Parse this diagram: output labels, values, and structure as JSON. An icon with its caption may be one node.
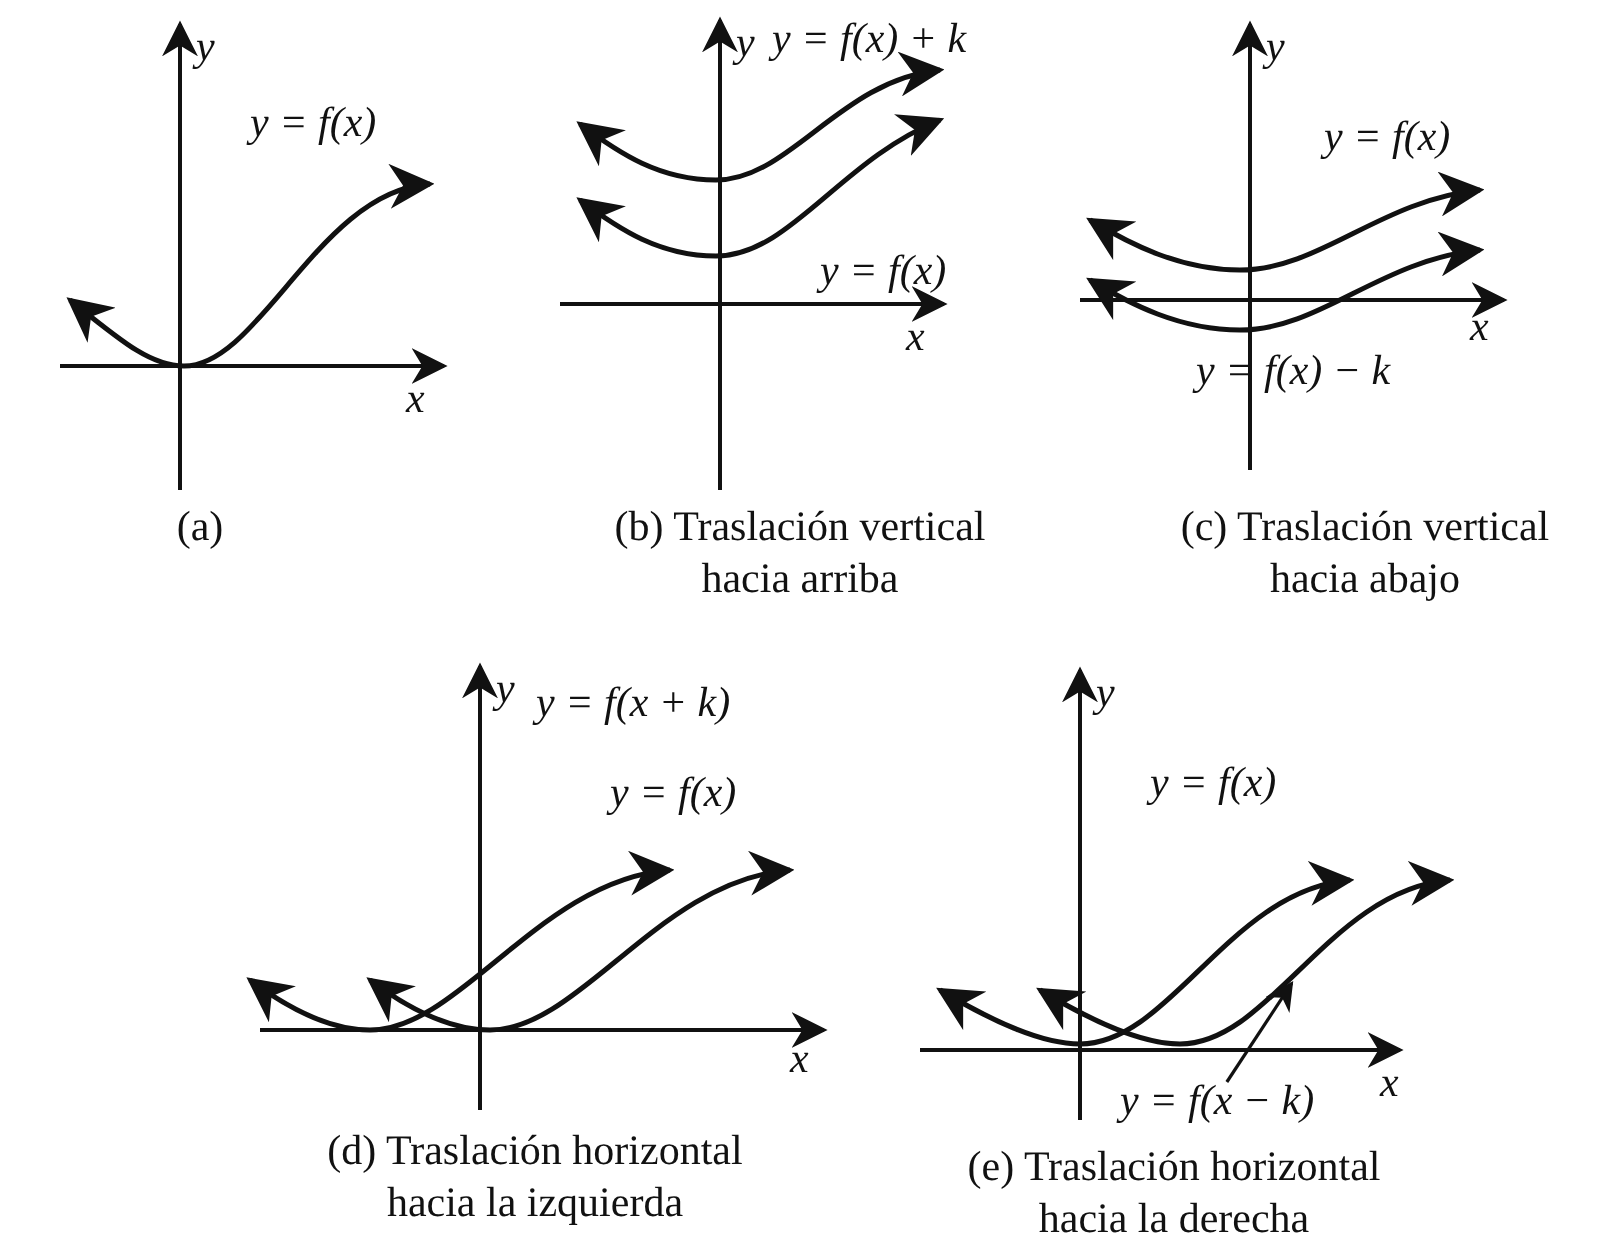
{
  "diagram": {
    "nodes": [
      {
        "text": [
          "y = f(x − k)"
        ]
      },
      {
        "text": [],
        "shape": "curve"
      }
    ],
    "edges": [
      {
        "from": 0,
        "to": 1,
        "arrow": "to"
      }
    ],
    "labels": [
      "y",
      "y = f(x)",
      "x",
      "(a)",
      "y",
      "y = f(x) + k",
      "y = f(x)",
      "x",
      "(b) Traslación vertical hacia arriba",
      "y",
      "y = f(x)",
      "x",
      "y = f(x) − k",
      "(c) Traslación vertical hacia abajo",
      "y",
      "y = f(x + k)",
      "y = f(x)",
      "x",
      "(d) Traslación horizontal hacia la izquierda",
      "y",
      "y = f(x)",
      "x",
      "(e) Traslación horizontal hacia la derecha"
    ]
  }
}
